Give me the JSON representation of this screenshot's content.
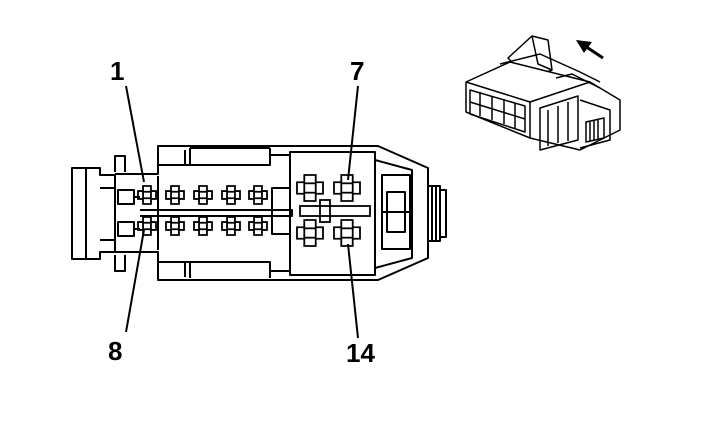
{
  "diagram": {
    "pin_labels": {
      "top_left": "1",
      "top_right": "7",
      "bottom_left": "8",
      "bottom_right": "14"
    },
    "view_arrow_icon": "arrow-up-left-icon",
    "line_color": "#000000",
    "background_color": "#ffffff"
  }
}
